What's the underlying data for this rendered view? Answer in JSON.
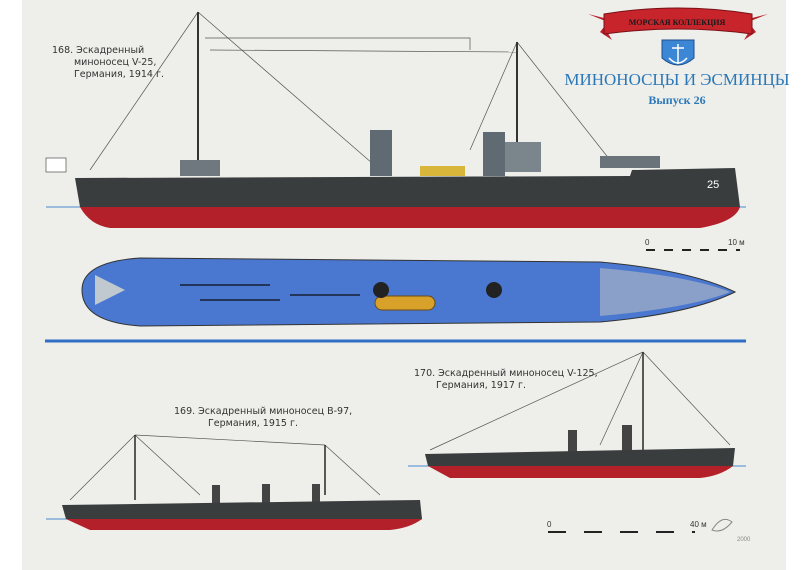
{
  "header": {
    "banner": "МОРСКАЯ КОЛЛЕКЦИЯ",
    "title": "МИНОНОСЦЫ И ЭСМИНЦЫ",
    "issue": "Выпуск 26",
    "emblem_icon": "anchor-shield-icon"
  },
  "ships": [
    {
      "caption_lines": [
        "168. Эскадренный",
        "миноносец  V-25,",
        "Германия, 1914 г."
      ],
      "hull_number": "25"
    },
    {
      "caption_lines": [
        "169. Эскадренный миноносец B-97,",
        "Германия, 1915 г."
      ]
    },
    {
      "caption_lines": [
        "170. Эскадренный миноносец V-125,",
        "Германия, 1917 г."
      ]
    }
  ],
  "scales": {
    "top": {
      "start": "0",
      "end": "10 м"
    },
    "bottom": {
      "start": "0",
      "end": "40 м"
    }
  },
  "signature": {
    "year": "2000"
  },
  "colors": {
    "hull_red": "#b3202a",
    "hull_dark": "#3a3d3e",
    "deck_blue": "#4a78d0",
    "accent_blue": "#2a78b8"
  }
}
